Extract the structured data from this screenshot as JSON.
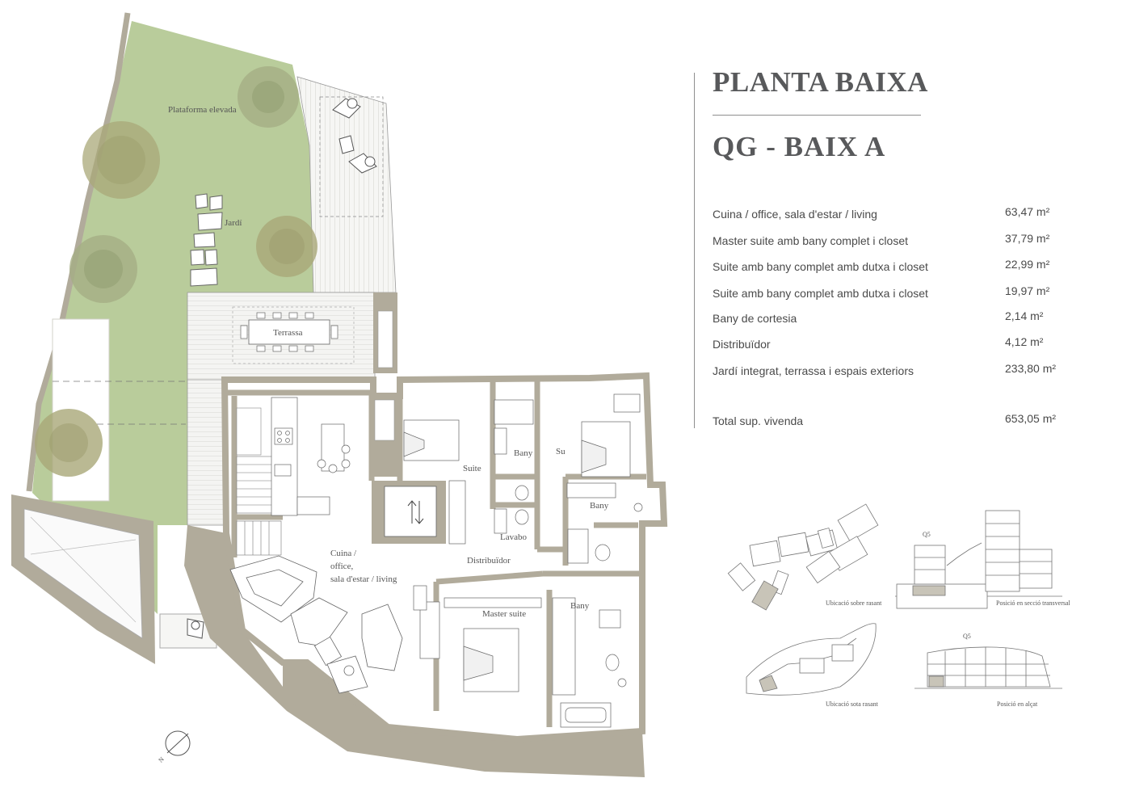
{
  "heading": {
    "title": "PLANTA BAIXA",
    "subtitle": "QG - BAIX A"
  },
  "areas": [
    {
      "label": "Cuina / office, sala d'estar / living",
      "value": "63,47 m²"
    },
    {
      "label": "Master suite amb bany complet i closet",
      "value": "37,79 m²"
    },
    {
      "label": "Suite amb bany complet amb dutxa i closet",
      "value": "22,99 m²"
    },
    {
      "label": "Suite amb bany complet amb dutxa i closet",
      "value": "19,97 m²"
    },
    {
      "label": "Bany de cortesia",
      "value": "2,14 m²"
    },
    {
      "label": "Distribuïdor",
      "value": "4,12 m²"
    },
    {
      "label": "Jardí integrat, terrassa i espais exteriors",
      "value": "233,80 m²"
    }
  ],
  "total": {
    "label": "Total sup. vivenda",
    "value": "653,05 m²"
  },
  "plan_labels": {
    "plataforma": "Plataforma elevada",
    "jardi": "Jardí",
    "terrassa": "Terrassa",
    "suite": "Suite",
    "suite_partial": "Su",
    "bany": "Bany",
    "lavabo": "Lavabo",
    "distribuidor": "Distribuïdor",
    "master_suite": "Master suite",
    "cuina_1": "Cuina /",
    "cuina_2": "office,",
    "cuina_3": "sala d'estar / living",
    "north": "N"
  },
  "sketches": {
    "sobre_rasant": "Ubicació sobre rasant",
    "seccio": "Posició en secció transversal",
    "sota_rasant": "Ubicació sota rasant",
    "alcat": "Posició en alçat",
    "q5_a": "Q5",
    "q5_b": "Q5"
  },
  "colors": {
    "wall": "#b1ab9b",
    "garden": "#b9cc9b",
    "tree": "#a9a878",
    "text": "#4a4a4a",
    "title": "#58595b"
  }
}
